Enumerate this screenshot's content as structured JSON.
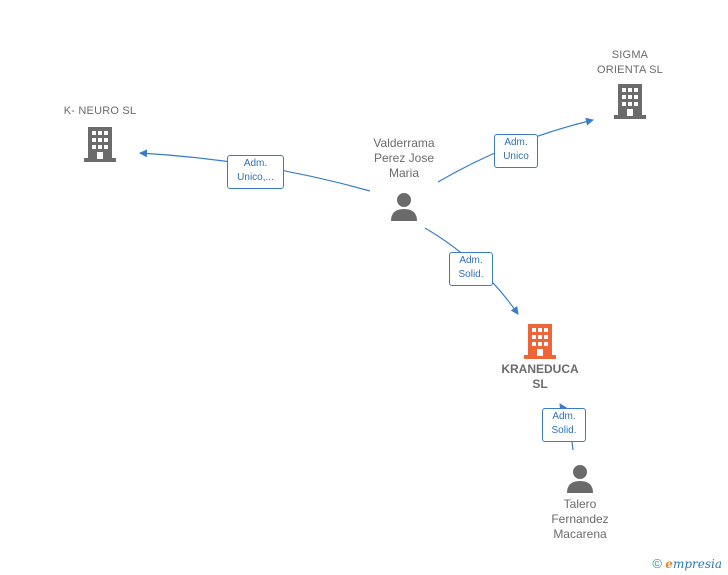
{
  "nodes": {
    "neuro": {
      "label": "K- NEURO  SL",
      "type": "company"
    },
    "sigma": {
      "label_line1": "SIGMA",
      "label_line2": "ORIENTA  SL",
      "type": "company"
    },
    "valderrama": {
      "label_line1": "Valderrama",
      "label_line2": "Perez Jose",
      "label_line3": "Maria",
      "type": "person"
    },
    "kraneduca": {
      "label_line1": "KRANEDUCA",
      "label_line2": "SL",
      "type": "company",
      "highlighted": true
    },
    "talero": {
      "label_line1": "Talero",
      "label_line2": "Fernandez",
      "label_line3": "Macarena",
      "type": "person"
    }
  },
  "edges": [
    {
      "from": "valderrama",
      "to": "neuro",
      "label_line1": "Adm.",
      "label_line2": "Unico,..."
    },
    {
      "from": "valderrama",
      "to": "sigma",
      "label_line1": "Adm.",
      "label_line2": "Unico"
    },
    {
      "from": "valderrama",
      "to": "kraneduca",
      "label_line1": "Adm.",
      "label_line2": "Solid."
    },
    {
      "from": "talero",
      "to": "kraneduca",
      "label_line1": "Adm.",
      "label_line2": "Solid."
    }
  ],
  "colors": {
    "edge": "#3b7cc8",
    "company_icon": "#6b6b6b",
    "company_icon_highlight": "#f0643a",
    "person_icon": "#6b6b6b"
  },
  "footer": {
    "copyright_symbol": "©",
    "brand_initial": "e",
    "brand_rest": "mpresia"
  }
}
